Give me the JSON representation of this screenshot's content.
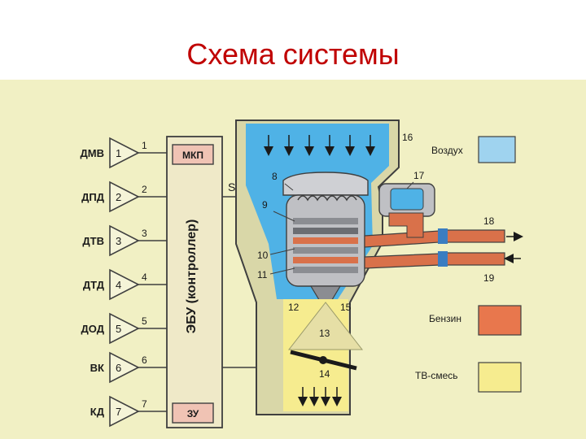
{
  "slide": {
    "title": "Схема системы"
  },
  "diagram": {
    "sensors": [
      {
        "name": "ДМВ",
        "num": "1",
        "wire": "1"
      },
      {
        "name": "ДПД",
        "num": "2",
        "wire": "2"
      },
      {
        "name": "ДТВ",
        "num": "3",
        "wire": "3"
      },
      {
        "name": "ДТД",
        "num": "4",
        "wire": "4"
      },
      {
        "name": "ДОД",
        "num": "5",
        "wire": "5"
      },
      {
        "name": "ВК",
        "num": "6",
        "wire": "6"
      },
      {
        "name": "КД",
        "num": "7",
        "wire": "7"
      }
    ],
    "ecu_label": "ЭБУ (контроллер)",
    "mkp_label": "МКП",
    "zu_label": "ЗУ",
    "s_label": "S",
    "callouts": [
      "8",
      "9",
      "10",
      "11",
      "12",
      "13",
      "14",
      "15",
      "16",
      "17",
      "18",
      "19"
    ],
    "legend": [
      {
        "label": "Воздух",
        "color": "#9fd3ef"
      },
      {
        "label": "Бензин",
        "color": "#e8774d"
      },
      {
        "label": "ТВ-смесь",
        "color": "#f6ec8f"
      }
    ],
    "colors": {
      "background": "#f1f0c4",
      "air": "#4fb2e6",
      "fuel": "#d9714a",
      "mixture": "#f6ec8f",
      "ecu_box": "#f0c3b4",
      "body": "#e6e4b0",
      "line": "#3f3f3f"
    }
  }
}
